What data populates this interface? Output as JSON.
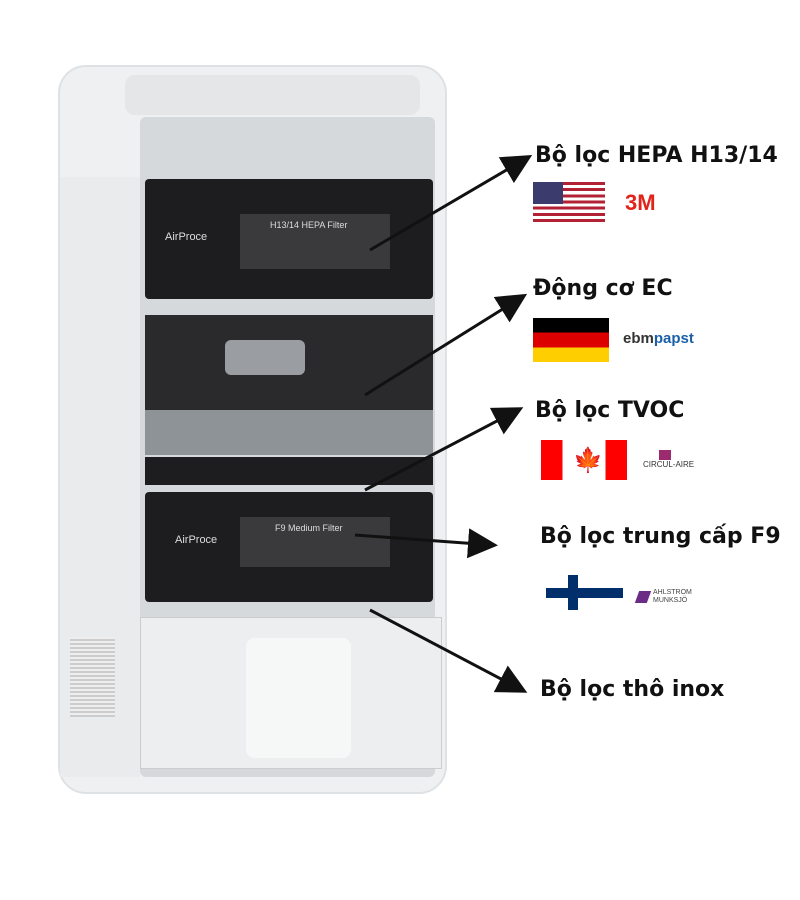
{
  "device": {
    "brand": "AirProce",
    "hepa_label": "H13/14 HEPA Filter",
    "f9_label": "F9 Medium Filter"
  },
  "components": [
    {
      "label": "Bộ lọc HEPA H13/14",
      "flag": "usa-flag",
      "brand": "3M"
    },
    {
      "label": "Động cơ EC",
      "flag": "germany-flag",
      "brand": "ebmpapst"
    },
    {
      "label": "Bộ lọc TVOC",
      "flag": "canada-flag",
      "brand": "CIRCUL-AIRE"
    },
    {
      "label": "Bộ lọc trung cấp F9",
      "flag": "finland-flag",
      "brand": "AHLSTROM MUNKSJÖ"
    },
    {
      "label": "Bộ lọc thô inox",
      "flag": "",
      "brand": ""
    }
  ],
  "colors": {
    "3m": "#e2231a",
    "canada": "#ff0000",
    "finland": "#002f6c",
    "circul": "#9b2a6e",
    "ahlstrom": "#6b2c85"
  }
}
